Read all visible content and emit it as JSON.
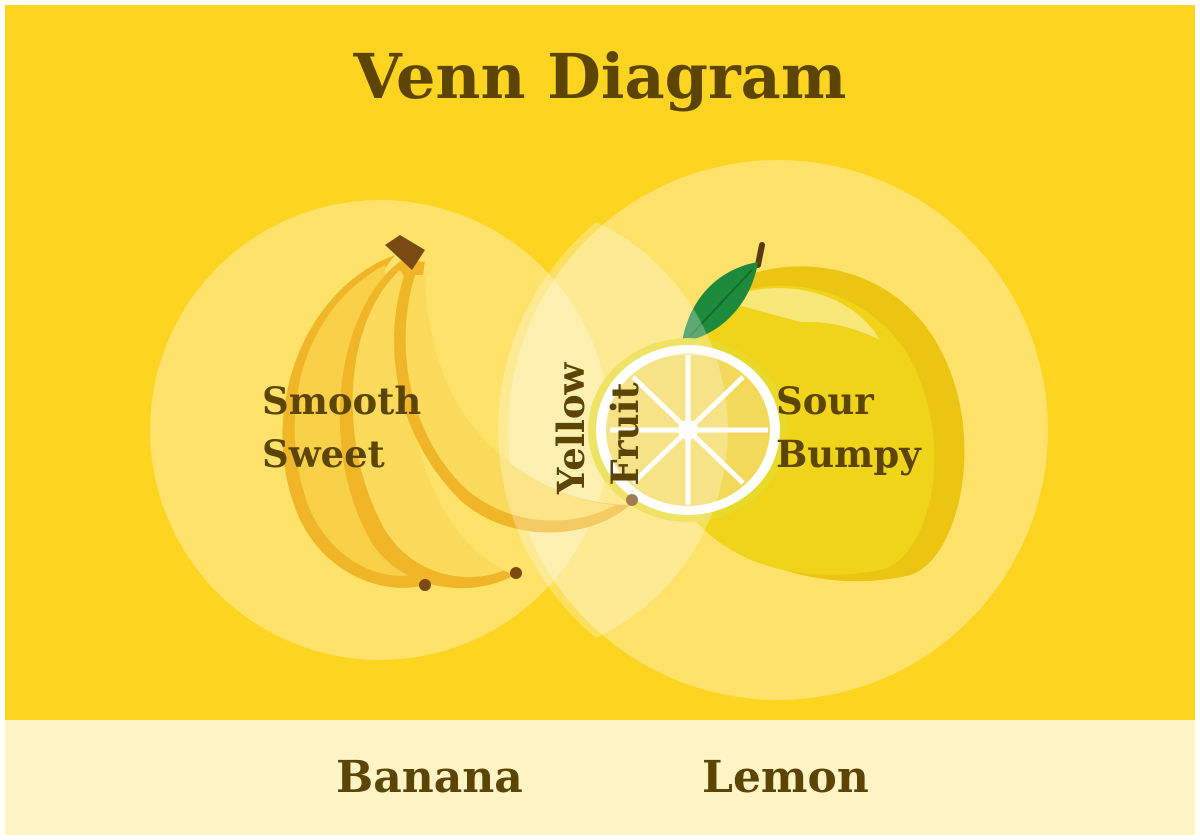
{
  "title": "Venn Diagram",
  "sets": {
    "left": {
      "name": "Banana",
      "traits": [
        "Smooth",
        "Sweet"
      ]
    },
    "right": {
      "name": "Lemon",
      "traits": [
        "Sour",
        "Bumpy"
      ]
    },
    "overlap": {
      "traits": [
        "Yellow",
        "Fruit"
      ]
    }
  },
  "colors": {
    "background": "#fdd41f",
    "footer": "#fff4c6",
    "text": "#5c4403",
    "circle_fill": "#fff4c6"
  }
}
